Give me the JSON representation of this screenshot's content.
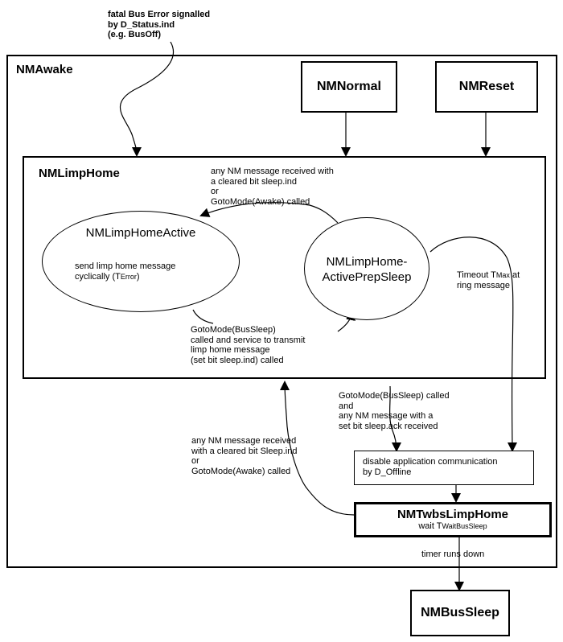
{
  "top_note": {
    "line1": "fatal Bus Error signalled",
    "line2": "by D_Status.ind",
    "line3": "(e.g. BusOff)"
  },
  "states": {
    "awake": "NMAwake",
    "normal": "NMNormal",
    "reset": "NMReset",
    "limp_home": "NMLimpHome",
    "limp_home_active": "NMLimpHomeActive",
    "limp_home_active_desc_1": "send limp home message",
    "limp_home_active_desc_2": "cyclically (T",
    "limp_home_active_desc_sub": "Error",
    "limp_home_active_desc_3": ")",
    "prep_sleep_line1": "NMLimpHome-",
    "prep_sleep_line2": "ActivePrepSleep",
    "disable_comm": "disable application communication\nby D_Offline",
    "twbs": "NMTwbsLimpHome",
    "twbs_wait": "wait T",
    "twbs_wait_sub": "WaitBusSleep",
    "bus_sleep": "NMBusSleep"
  },
  "transitions": {
    "to_active": "any NM message received with\na cleared bit sleep.ind\nor\nGotoMode(Awake) called",
    "to_prepsleep": "GotoMode(BusSleep)\ncalled and service to transmit\nlimp home message\n(set bit sleep.ind) called",
    "timeout_1": "Timeout T",
    "timeout_sub": "Max",
    "timeout_2": " at",
    "timeout_3": "ring message",
    "to_disable": "GotoMode(BusSleep) called\nand\nany NM message with a\nset bit sleep.ack received",
    "back_to_limp": "any NM message received\nwith a cleared bit Sleep.ind\nor\nGotoMode(Awake) called",
    "timer": "timer runs down"
  }
}
